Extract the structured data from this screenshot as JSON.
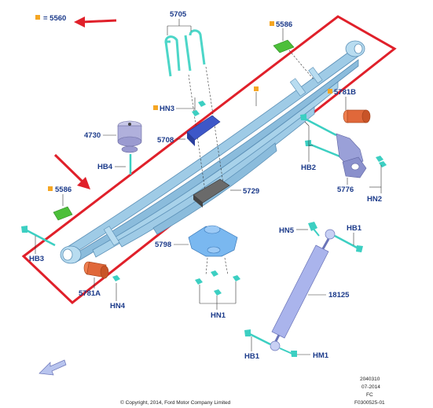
{
  "legend": {
    "marker_color": "#f5a623",
    "text": "= 5560"
  },
  "labels": {
    "l5705": "5705",
    "l5586_top": "5586",
    "l5586_left": "5586",
    "hn3": "HN3",
    "l5781b": "5781B",
    "l4730": "4730",
    "l5708": "5708",
    "hb4": "HB4",
    "hb2": "HB2",
    "l5776": "5776",
    "hn2": "HN2",
    "l5729": "5729",
    "hn5": "HN5",
    "hb1_top": "HB1",
    "hb3": "HB3",
    "l5798": "5798",
    "l5781a": "5781A",
    "hn4": "HN4",
    "l18125": "18125",
    "hn1": "HN1",
    "hb1_bottom": "HB1",
    "hm1": "HM1"
  },
  "footer": {
    "copyright": "© Copyright, 2014, Ford Motor Company Limited",
    "code1": "2040310",
    "code2": "07-2014",
    "code3": "FC",
    "code4": "F0300525-01"
  },
  "colors": {
    "highlight": "#e0202a",
    "spring": "#9fcbe6",
    "spring_dark": "#5a8fb6",
    "bolt": "#3ccfc2",
    "bushing": "#e0683a",
    "pad": "#4cbf3a",
    "bracket": "#8a8ac8",
    "shackle": "#9aa0d8",
    "shock": "#aab4ec",
    "block": "#555555",
    "label": "#1b3a8a"
  }
}
